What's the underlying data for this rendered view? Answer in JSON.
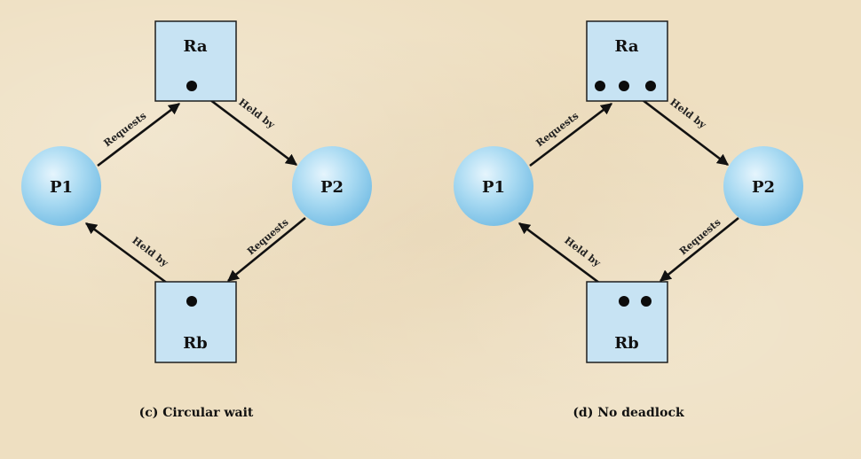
{
  "diagrams": [
    {
      "caption": "(c) Circular wait",
      "resource_top": "Ra",
      "resource_bottom": "Rb",
      "process_left": "P1",
      "process_right": "P2",
      "resource_top_units": 1,
      "resource_bottom_units": 1,
      "edges": [
        {
          "from": "P1",
          "to": "Ra",
          "label": "Requests"
        },
        {
          "from": "Ra",
          "to": "P2",
          "label": "Held by"
        },
        {
          "from": "P2",
          "to": "Rb",
          "label": "Requests"
        },
        {
          "from": "Rb",
          "to": "P1",
          "label": "Held by"
        }
      ]
    },
    {
      "caption": "(d) No deadlock",
      "resource_top": "Ra",
      "resource_bottom": "Rb",
      "process_left": "P1",
      "process_right": "P2",
      "resource_top_units": 3,
      "resource_bottom_units": 2,
      "edges": [
        {
          "from": "P1",
          "to": "Ra",
          "label": "Requests"
        },
        {
          "from": "Ra",
          "to": "P2",
          "label": "Held by"
        },
        {
          "from": "P2",
          "to": "Rb",
          "label": "Requests"
        },
        {
          "from": "Rb",
          "to": "P1",
          "label": "Held by"
        }
      ]
    }
  ],
  "colors": {
    "background": "#eedfc1",
    "resource_fill": "#c7e3f3",
    "process_fill": "#9fd4ef",
    "edge": "#111111"
  }
}
